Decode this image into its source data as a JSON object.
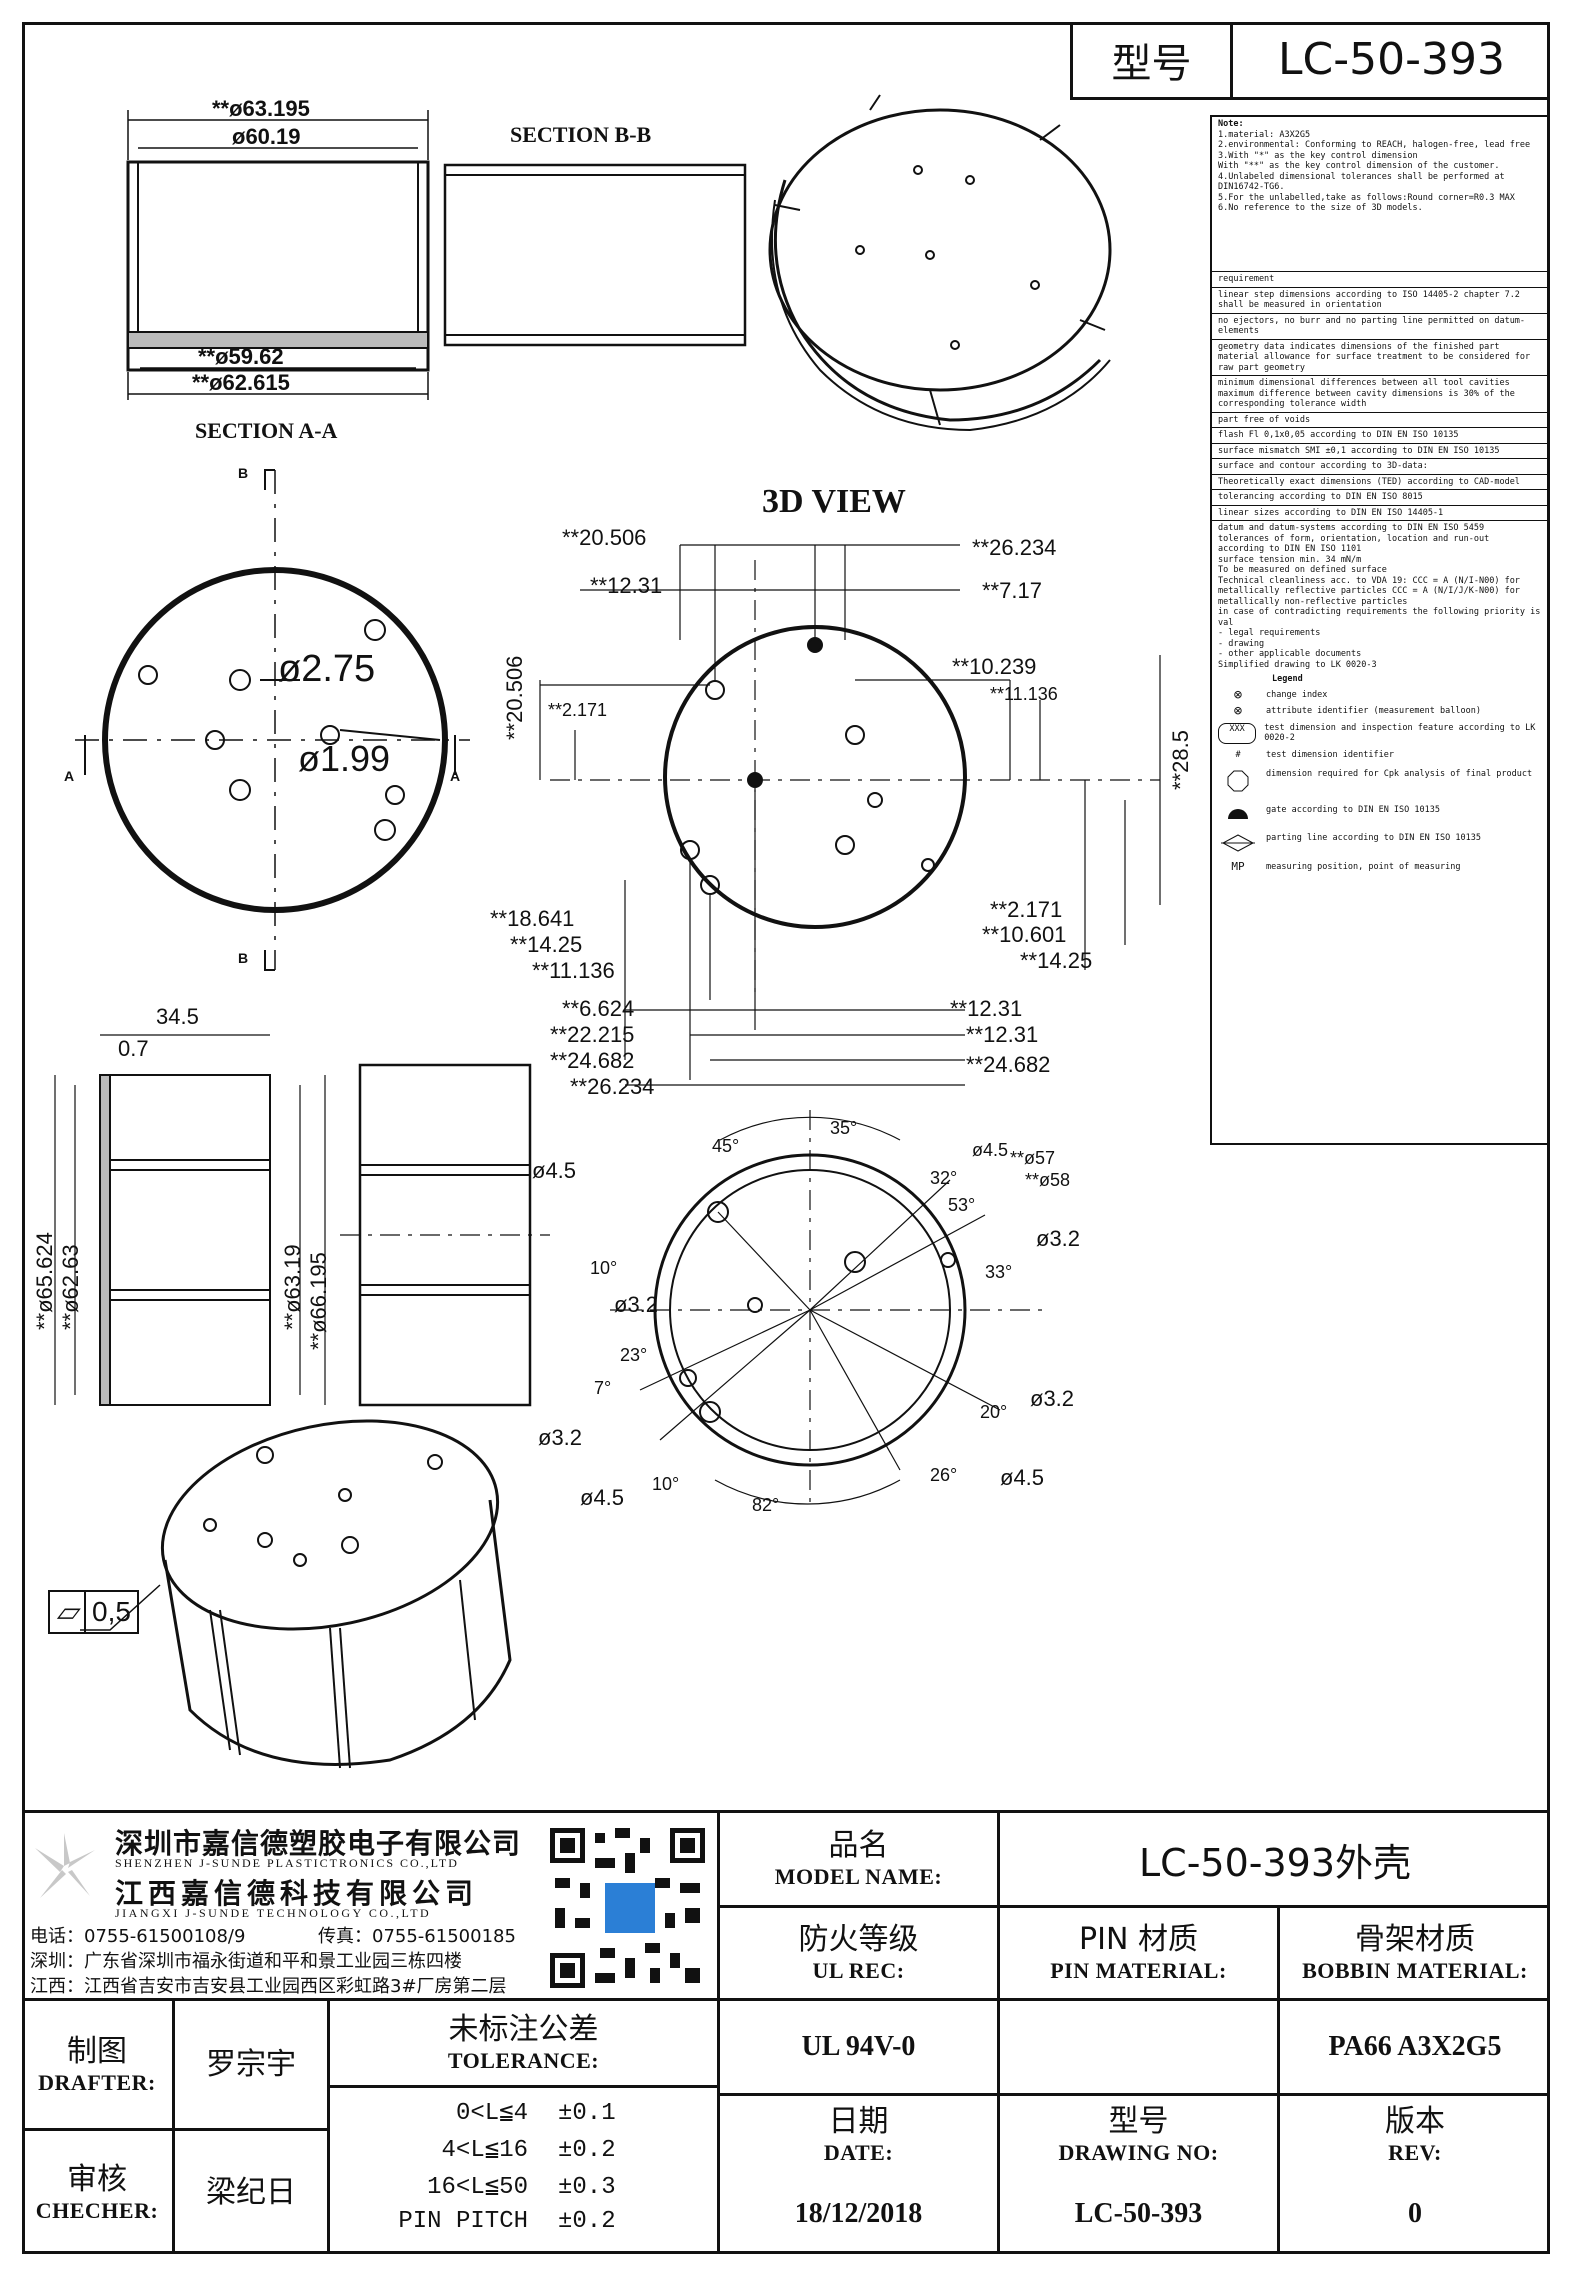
{
  "header": {
    "model_label": "型号",
    "model_value": "LC-50-393"
  },
  "notes": {
    "title": "Note:",
    "items": [
      "1.material: A3X2G5",
      "2.environmental: Conforming to REACH, halogen-free, lead free",
      "3.With \"*\" as the key control dimension",
      "  With \"**\" as the key control dimension of the customer.",
      "4.Unlabeled dimensional tolerances shall be performed at",
      "  DIN16742-TG6.",
      "5.For the unlabelled,take as follows:Round corner=R0.3 MAX",
      "6.No reference to the size of 3D models."
    ],
    "requirement_label": "requirement",
    "requirements": [
      "linear step dimensions according to ISO 14405-2 chapter 7.2 shall be measured in orientation",
      "no ejectors, no burr and no parting line permitted on datum-elements",
      "geometry data indicates dimensions of the finished part material allowance for surface treatment to be considered for raw part geometry",
      "minimum dimensional differences between all tool cavities maximum difference between cavity dimensions is 30% of the corresponding tolerance width",
      "part free of voids",
      "flash Fl 0,1x0,05 according to DIN EN ISO 10135",
      "surface mismatch SMI ±0,1 according to DIN EN ISO 10135",
      "surface and contour according to 3D-data:",
      "Theoretically exact dimensions (TED) according to CAD-model",
      "tolerancing according to DIN EN ISO 8015",
      "linear sizes according to DIN EN ISO 14405-1",
      "datum and datum-systems according to DIN EN ISO 5459",
      "tolerances of form, orientation, location and run-out",
      "according to DIN EN ISO 1101",
      "surface tension min. 34 mN/m",
      "To be measured on defined surface",
      "Technical cleanliness acc. to VDA 19: CCC = A (N/I-N00) for metallically reflective particles CCC = A (N/I/J/K-N00) for metallically non-reflective particles",
      "in case of contradicting requirements the following priority is val",
      "- legal requirements",
      "- drawing",
      "- other applicable documents",
      "Simplified drawing to LK 0020-3"
    ],
    "legend_label": "Legend",
    "legend": [
      "change index",
      "attribute identifier (measurement balloon)",
      "test dimension and inspection feature according to LK 0020-2",
      "test dimension identifier",
      "dimension required for Cpk analysis of final product",
      "gate according to DIN EN ISO 10135",
      "parting line according to DIN EN ISO 10135",
      "measuring position, point of measuring"
    ],
    "mp_label": "MP",
    "legend_symbols": [
      "⊗",
      "⊗",
      "XXX",
      "#"
    ]
  },
  "views": {
    "section_aa": "SECTION A-A",
    "section_bb": "SECTION B-B",
    "view_3d": "3D VIEW",
    "marker_a": "A",
    "marker_b": "B"
  },
  "dims": {
    "aa_top1": "**ø63.195",
    "aa_top2": "ø60.19",
    "aa_bot1": "**ø59.62",
    "aa_bot2": "**ø62.615",
    "hole_big": "ø2.75",
    "hole_small": "ø1.99",
    "d_20506a": "**20.506",
    "d_26234a": "**26.234",
    "d_1231a": "**12.31",
    "d_717": "**7.17",
    "d_10239": "**10.239",
    "d_11136a": "**11.136",
    "d_20506b": "**20.506",
    "d_2171a": "**2.171",
    "d_285": "**28.5",
    "d_18641": "**18.641",
    "d_1425a": "**14.25",
    "d_11136b": "**11.136",
    "d_2171b": "**2.171",
    "d_10601": "**10.601",
    "d_1425b": "**14.25",
    "d_6624": "**6.624",
    "d_22215": "**22.215",
    "d_24682a": "**24.682",
    "d_26234b": "**26.234",
    "d_1231b": "**12.31",
    "d_1231c": "**12.31",
    "d_24682b": "**24.682",
    "d_345": "34.5",
    "d_07": "0.7",
    "d_65624": "**ø65.624",
    "d_6263": "**ø62.63",
    "d_6319": "**ø63.19",
    "d_66195": "**ø66.195",
    "d_45side": "ø4.5",
    "a_35": "35°",
    "a_45": "45°",
    "a_10": "10°",
    "a_32": "32°",
    "a_53": "53°",
    "a_33": "33°",
    "a_23": "23°",
    "a_7": "7°",
    "a_20": "20°",
    "a_10b": "10°",
    "a_26": "26°",
    "a_82": "82°",
    "p_45a": "ø4.5",
    "p_57": "**ø57",
    "p_58": "**ø58",
    "p_32a": "ø3.2",
    "p_32b": "ø3.2",
    "p_32c": "ø3.2",
    "p_32d": "ø3.2",
    "p_45b": "ø4.5",
    "p_45c": "ø4.5",
    "flat_sym": "▱",
    "flat_val": "0,5"
  },
  "company": {
    "name1": "深圳市嘉信德塑胶电子有限公司",
    "name1_en": "SHENZHEN J-SUNDE PLASTICTRONICS CO.,LTD",
    "name2": "江西嘉信德科技有限公司",
    "name2_en": "JIANGXI J-SUNDE TECHNOLOGY CO.,LTD",
    "phone": "电话：0755-61500108/9",
    "fax": "传真：0755-61500185",
    "addr_sz": "深圳：广东省深圳市福永街道和平和景工业园三栋四楼",
    "addr_jx": "江西：江西省吉安市吉安县工业园西区彩虹路3#厂房第二层"
  },
  "title_block": {
    "model_name_cn": "品名",
    "model_name_en": "MODEL NAME:",
    "model_name_val": "LC-50-393外壳",
    "ul_cn": "防火等级",
    "ul_en": "UL REC:",
    "pin_cn": "PIN 材质",
    "pin_en": "PIN MATERIAL:",
    "bobbin_cn": "骨架材质",
    "bobbin_en": "BOBBIN MATERIAL:",
    "ul_val": "UL 94V-0",
    "pin_val": "",
    "bobbin_val": "PA66 A3X2G5",
    "drafter_cn": "制图",
    "drafter_en": "DRAFTER:",
    "drafter_val": "罗宗宇",
    "checker_cn": "审核",
    "checker_en": "CHECHER:",
    "checker_val": "梁纪日",
    "tol_cn": "未标注公差",
    "tol_en": "TOLERANCE:",
    "tol_rows": [
      {
        "range": "0<L≦4",
        "val": "±0.1"
      },
      {
        "range": "4<L≦16",
        "val": "±0.2"
      },
      {
        "range": "16<L≦50",
        "val": "±0.3"
      },
      {
        "range": "PIN PITCH",
        "val": "±0.2"
      }
    ],
    "date_cn": "日期",
    "date_en": "DATE:",
    "date_val": "18/12/2018",
    "drawing_cn": "型号",
    "drawing_en": "DRAWING NO:",
    "drawing_val": "LC-50-393",
    "rev_cn": "版本",
    "rev_en": "REV:",
    "rev_val": "0"
  }
}
